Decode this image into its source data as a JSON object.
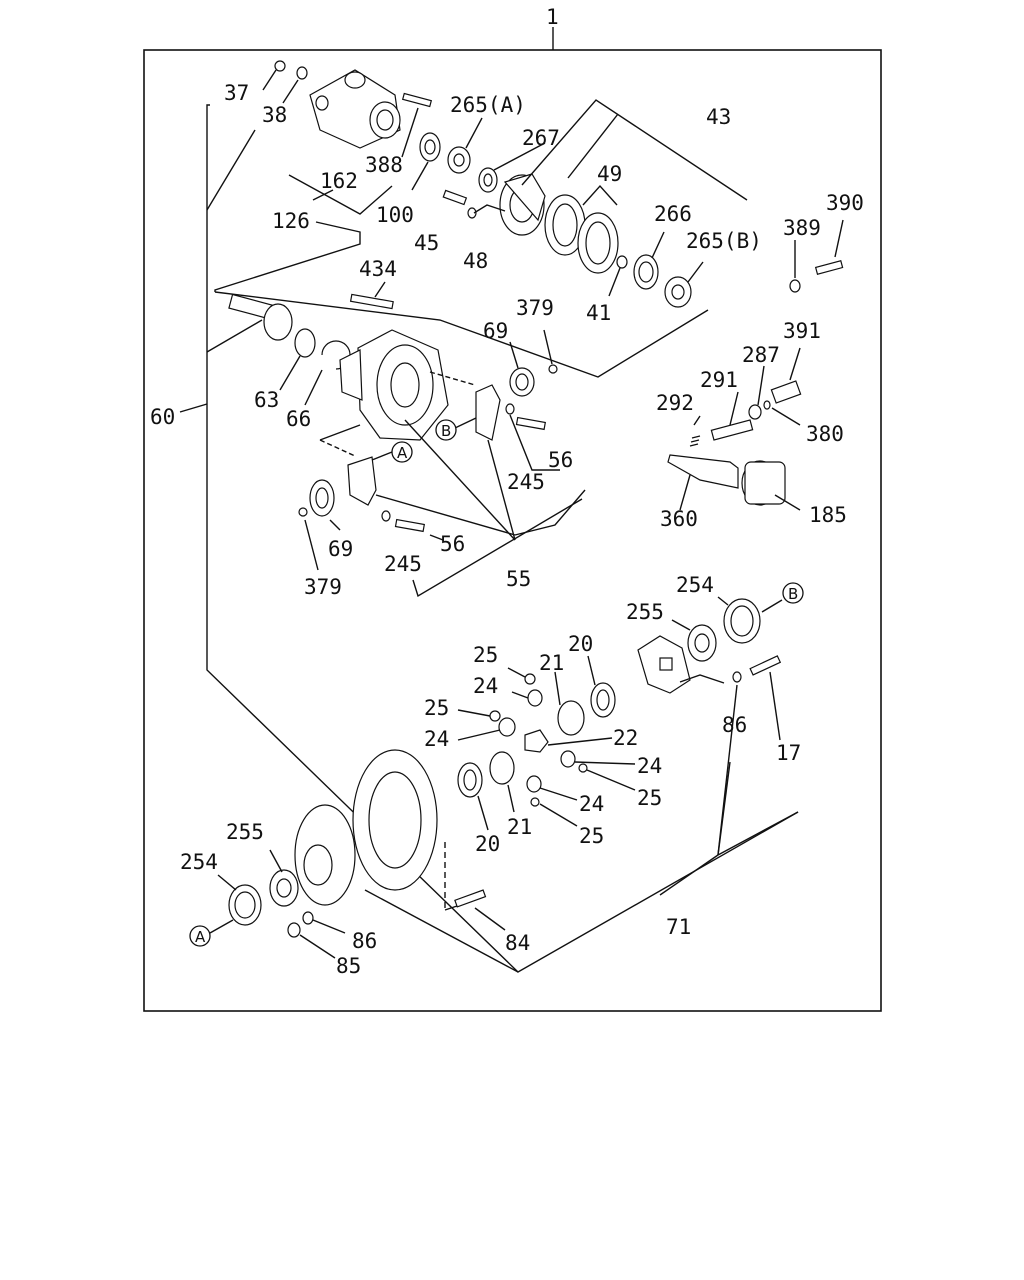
{
  "diagram": {
    "assembly_number": "1",
    "sub_assemblies": {
      "pinion_cage": "43",
      "carrier": "60",
      "case": "71",
      "bearing_cap": "55"
    },
    "part_labels": [
      "37",
      "38",
      "126",
      "162",
      "388",
      "100",
      "265(A)",
      "267",
      "45",
      "48",
      "43",
      "49",
      "266",
      "265(B)",
      "41",
      "389",
      "390",
      "434",
      "379",
      "69",
      "63",
      "66",
      "391",
      "287",
      "291",
      "292",
      "380",
      "360",
      "185",
      "56",
      "245",
      "69",
      "56",
      "245",
      "379",
      "55",
      "60",
      "254",
      "255",
      "20",
      "21",
      "24",
      "25",
      "22",
      "86",
      "17",
      "255",
      "254",
      "86",
      "85",
      "84",
      "71"
    ],
    "callouts": {
      "a": "A",
      "b": "B"
    }
  }
}
